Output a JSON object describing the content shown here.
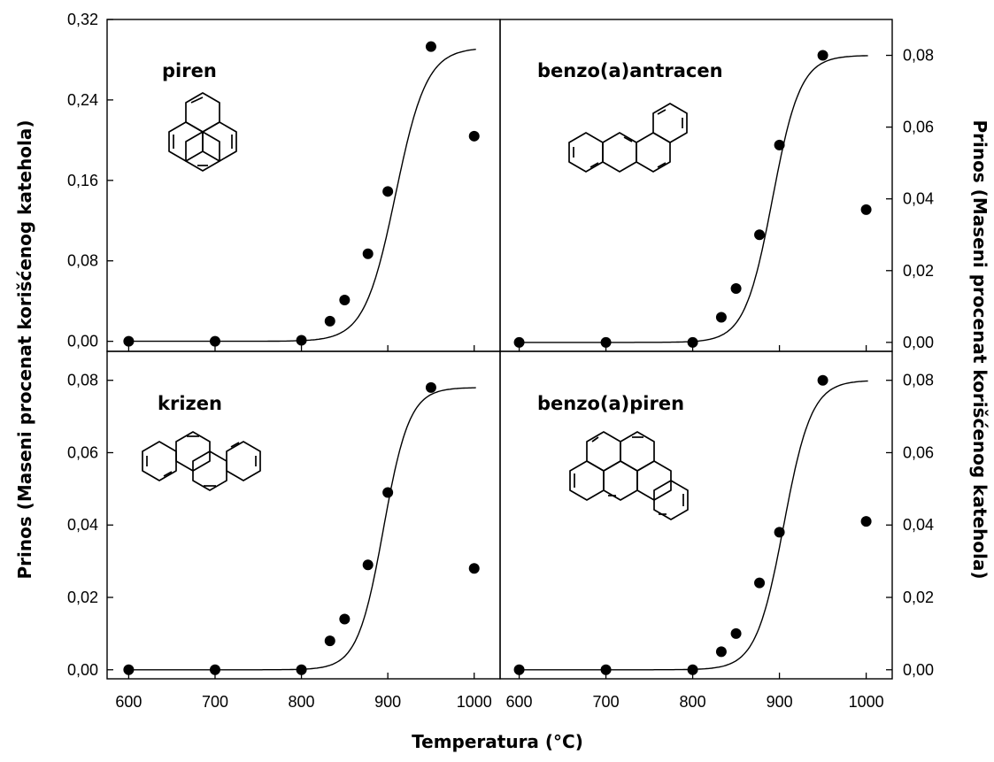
{
  "figure": {
    "xlabel": "Temperatura (°C)",
    "ylabel_left": "Prinos (Maseni procenat korišćenog katehola)",
    "ylabel_right": "Prinos (Maseni procenat korišćenog katehola)"
  },
  "chart_data": [
    {
      "type": "scatter",
      "title": "piren",
      "xlim": [
        575,
        1030
      ],
      "ylim": [
        -0.01,
        0.32
      ],
      "xticks": [
        600,
        700,
        800,
        900,
        1000
      ],
      "yticks": [
        0.0,
        0.08,
        0.16,
        0.24,
        0.32
      ],
      "ytick_labels": [
        "0,00",
        "0,08",
        "0,16",
        "0,24",
        "0,32"
      ],
      "y_axis_side": "left",
      "series": [
        {
          "kind": "points",
          "x": [
            600,
            700,
            800,
            833,
            850,
            877,
            900,
            950,
            1000
          ],
          "y": [
            0.0,
            0.0,
            0.001,
            0.02,
            0.041,
            0.087,
            0.149,
            0.293,
            0.204
          ]
        },
        {
          "kind": "fitted-sigmoid",
          "min": 0.0,
          "max": 0.292,
          "midpoint": 909,
          "width": 18,
          "x_range": [
            600,
            1003
          ]
        }
      ]
    },
    {
      "type": "scatter",
      "title": "benzo(a)antracen",
      "xlim": [
        578,
        1030
      ],
      "ylim": [
        -0.0025,
        0.09
      ],
      "xticks": [
        600,
        700,
        800,
        900,
        1000
      ],
      "yticks": [
        0.0,
        0.02,
        0.04,
        0.06,
        0.08
      ],
      "ytick_labels": [
        "0,00",
        "0,02",
        "0,04",
        "0,06",
        "0,08"
      ],
      "y_axis_side": "right",
      "series": [
        {
          "kind": "points",
          "x": [
            600,
            700,
            800,
            833,
            850,
            877,
            900,
            950,
            1000
          ],
          "y": [
            0.0,
            0.0,
            0.0,
            0.007,
            0.015,
            0.03,
            0.055,
            0.08,
            0.037
          ]
        },
        {
          "kind": "fitted-sigmoid",
          "min": 0.0,
          "max": 0.08,
          "midpoint": 892,
          "width": 16,
          "x_range": [
            600,
            1003
          ]
        }
      ]
    },
    {
      "type": "scatter",
      "title": "krizen",
      "xlim": [
        575,
        1030
      ],
      "ylim": [
        -0.0025,
        0.088
      ],
      "xticks": [
        600,
        700,
        800,
        900,
        1000
      ],
      "yticks": [
        0.0,
        0.02,
        0.04,
        0.06,
        0.08
      ],
      "ytick_labels": [
        "0,00",
        "0,02",
        "0,04",
        "0,06",
        "0,08"
      ],
      "xtick_labels": [
        "600",
        "700",
        "800",
        "900",
        "1000"
      ],
      "y_axis_side": "left",
      "series": [
        {
          "kind": "points",
          "x": [
            600,
            700,
            800,
            833,
            850,
            877,
            900,
            950,
            1000
          ],
          "y": [
            0.0,
            0.0,
            0.0,
            0.008,
            0.014,
            0.029,
            0.049,
            0.078,
            0.028
          ]
        },
        {
          "kind": "fitted-sigmoid",
          "min": 0.0,
          "max": 0.078,
          "midpoint": 895,
          "width": 15,
          "x_range": [
            600,
            1003
          ]
        }
      ]
    },
    {
      "type": "scatter",
      "title": "benzo(a)piren",
      "xlim": [
        578,
        1030
      ],
      "ylim": [
        -0.0025,
        0.088
      ],
      "xticks": [
        600,
        700,
        800,
        900,
        1000
      ],
      "yticks": [
        0.0,
        0.02,
        0.04,
        0.06,
        0.08
      ],
      "ytick_labels": [
        "0,00",
        "0,02",
        "0,04",
        "0,06",
        "0,08"
      ],
      "xtick_labels": [
        "600",
        "700",
        "800",
        "900",
        "1000"
      ],
      "y_axis_side": "right",
      "series": [
        {
          "kind": "points",
          "x": [
            600,
            700,
            800,
            833,
            850,
            877,
            900,
            950,
            1000
          ],
          "y": [
            0.0,
            0.0,
            0.0,
            0.005,
            0.01,
            0.024,
            0.038,
            0.08,
            0.041
          ]
        },
        {
          "kind": "fitted-sigmoid",
          "min": 0.0,
          "max": 0.08,
          "midpoint": 905,
          "width": 16,
          "x_range": [
            600,
            1003
          ]
        }
      ]
    }
  ]
}
